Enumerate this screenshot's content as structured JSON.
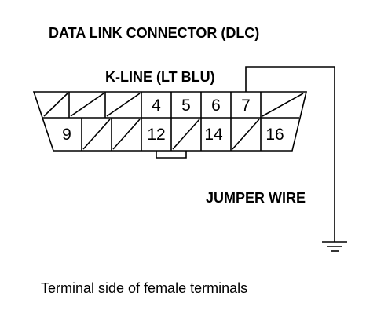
{
  "title": "DATA LINK CONNECTOR (DLC)",
  "k_line_label": "K-LINE (LT BLU)",
  "jumper_label": "JUMPER WIRE",
  "caption": "Terminal side of female terminals",
  "connector": {
    "top_row": [
      {
        "pin": "1",
        "label": "",
        "populated": false
      },
      {
        "pin": "2",
        "label": "",
        "populated": false
      },
      {
        "pin": "3",
        "label": "",
        "populated": false
      },
      {
        "pin": "4",
        "label": "4",
        "populated": true
      },
      {
        "pin": "5",
        "label": "5",
        "populated": true
      },
      {
        "pin": "6",
        "label": "6",
        "populated": true
      },
      {
        "pin": "7",
        "label": "7",
        "populated": true
      },
      {
        "pin": "8",
        "label": "",
        "populated": false
      }
    ],
    "bottom_row": [
      {
        "pin": "9",
        "label": "9",
        "populated": true
      },
      {
        "pin": "10",
        "label": "",
        "populated": false
      },
      {
        "pin": "11",
        "label": "",
        "populated": false
      },
      {
        "pin": "12",
        "label": "12",
        "populated": true
      },
      {
        "pin": "13",
        "label": "",
        "populated": false
      },
      {
        "pin": "14",
        "label": "14",
        "populated": true
      },
      {
        "pin": "15",
        "label": "",
        "populated": false
      },
      {
        "pin": "16",
        "label": "16",
        "populated": true
      }
    ]
  },
  "jumper_from_pin": "7",
  "jumper_to": "ground",
  "ground_icon": "ground-symbol-icon"
}
